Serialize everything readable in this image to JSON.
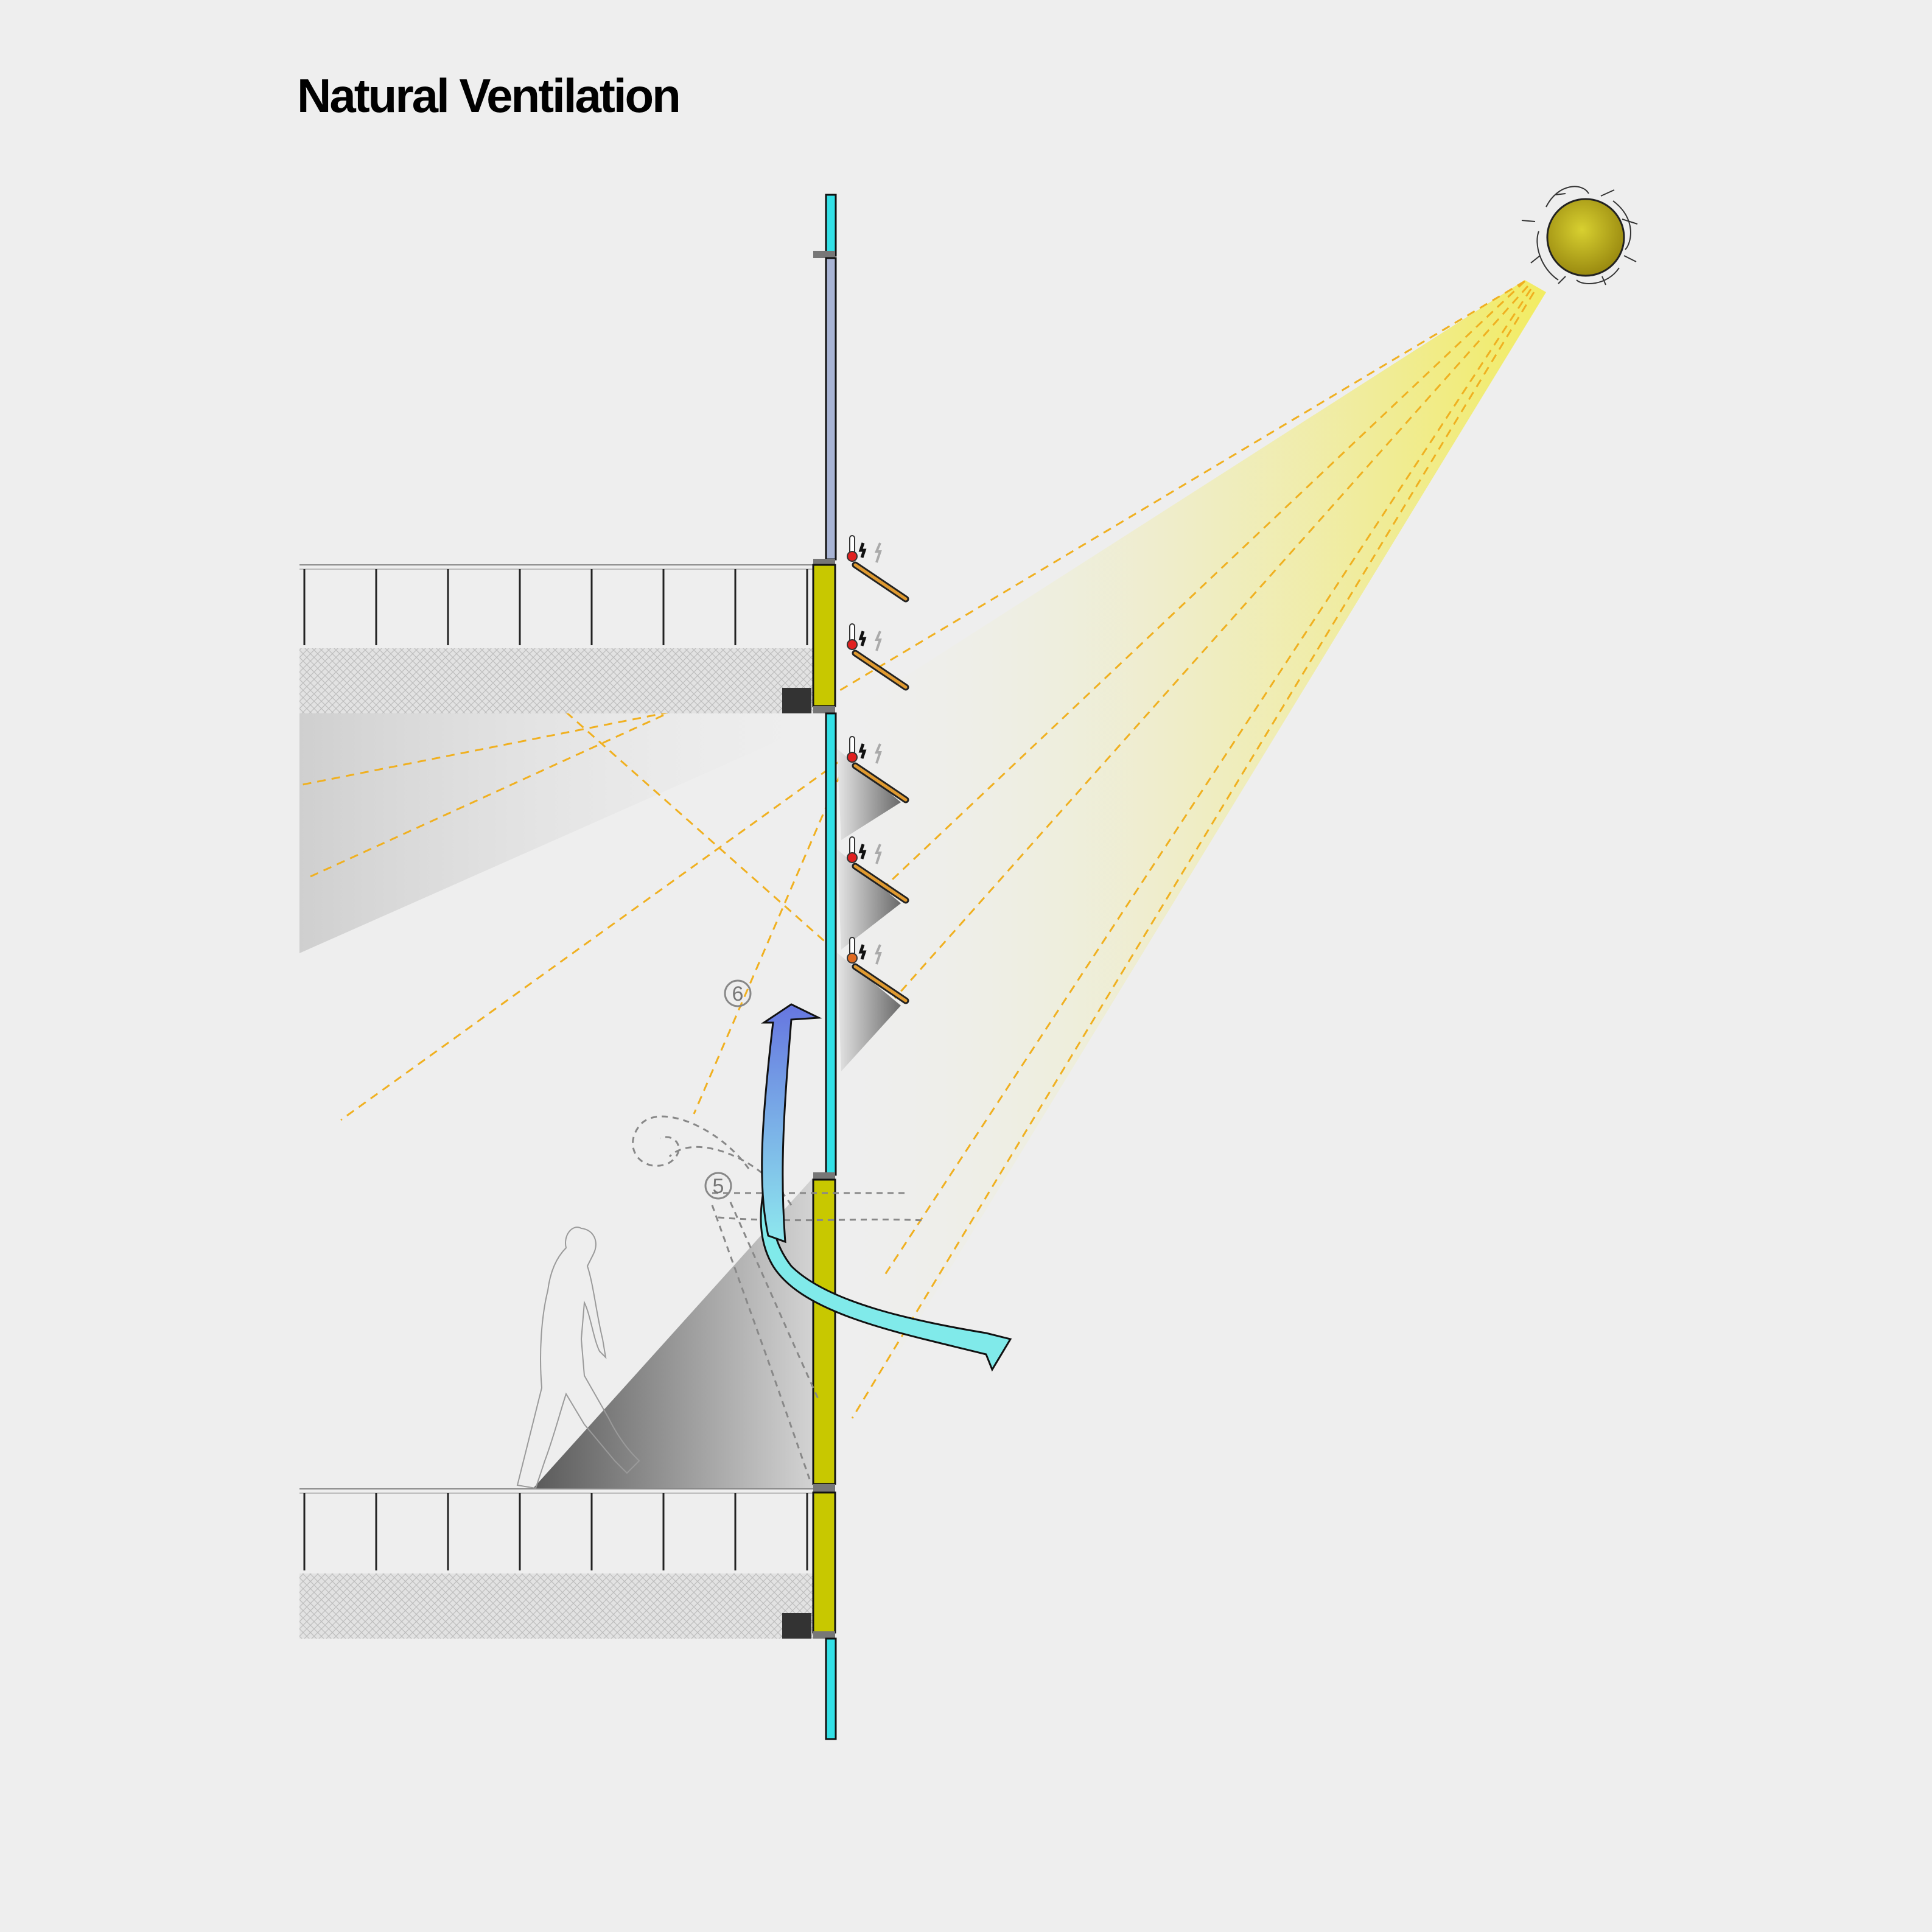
{
  "title": "Natural Ventilation",
  "callouts": [
    {
      "id": "5",
      "label": "5"
    },
    {
      "id": "6",
      "label": "6"
    }
  ],
  "colors": {
    "background": "#eeeeee",
    "glass": "#33e0e6",
    "spandrel": "#c8c800",
    "sun": "#b8a820",
    "light_beam": "#f2ec7a",
    "ray": "#f0b020",
    "cool_air": "#80eaea",
    "warm_air": "#7080e0",
    "shadow": "#808080"
  },
  "icons": [
    "sun-icon",
    "thermometer-icon",
    "lightning-icon",
    "person-figure",
    "louver-blade"
  ]
}
